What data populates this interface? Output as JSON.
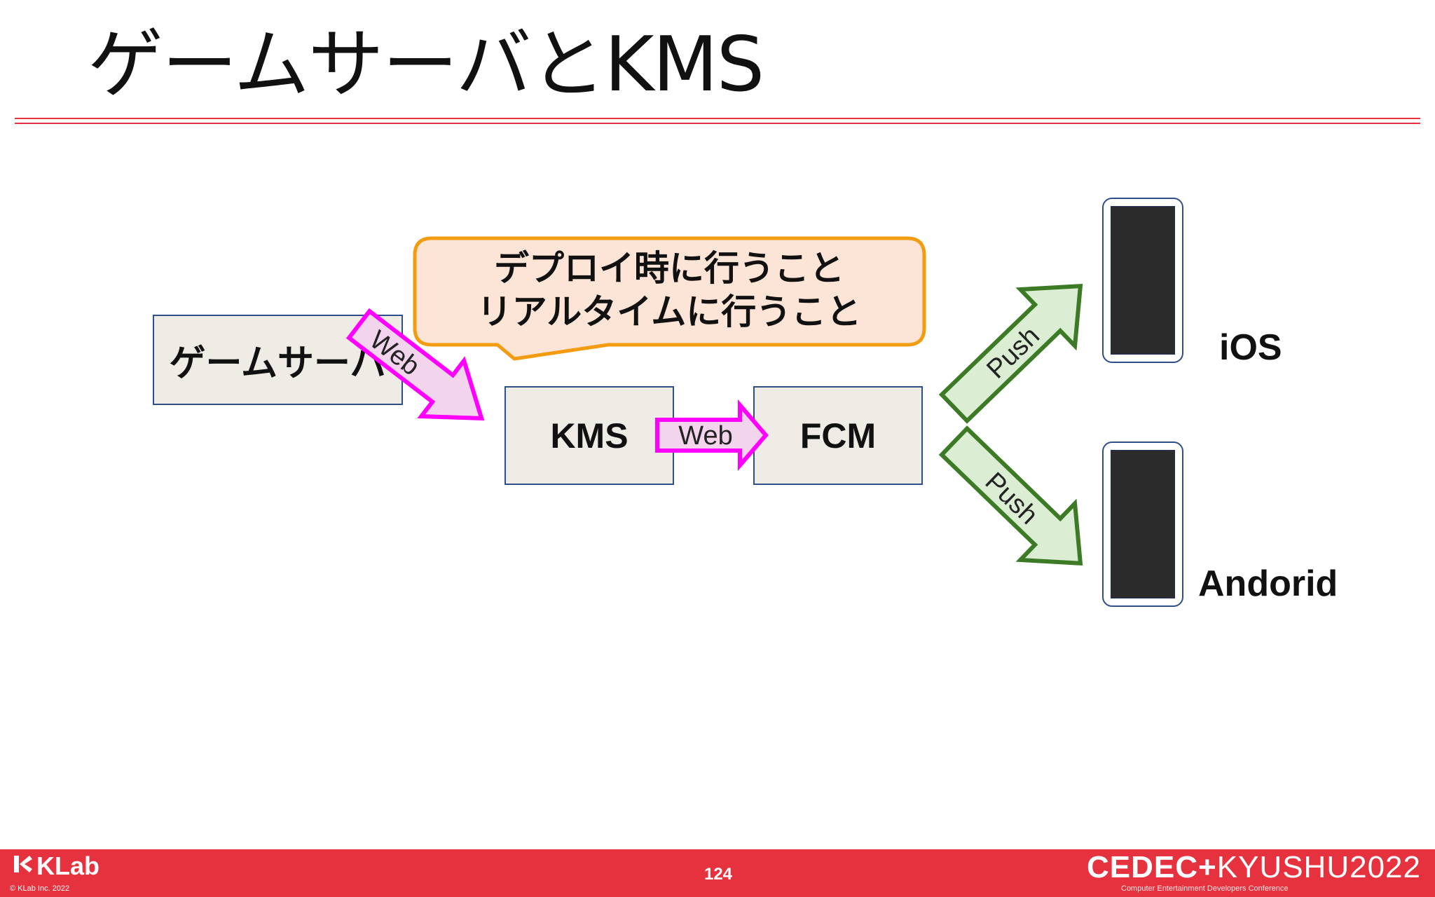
{
  "title": "ゲームサーバとKMS",
  "boxes": {
    "game_server": "ゲームサーバ",
    "kms": "KMS",
    "fcm": "FCM"
  },
  "callout": {
    "line1": "デプロイ時に行うこと",
    "line2": "リアルタイムに行うこと"
  },
  "arrows": {
    "game_to_kms": "Web",
    "kms_to_fcm": "Web",
    "fcm_to_ios": "Push",
    "fcm_to_android": "Push"
  },
  "devices": {
    "ios": "iOS",
    "android": "Andorid"
  },
  "footer": {
    "brand": "KLab",
    "copyright": "© KLab Inc. 2022",
    "page_number": "124",
    "conference_cedec": "CEDEC+",
    "conference_kyushu": "KYUSHU2022",
    "conference_sub": "Computer Entertainment Developers Conference"
  },
  "colors": {
    "accent_red": "#e5323e",
    "box_fill": "#eeece4",
    "box_border": "#2f4f8a",
    "callout_fill": "#fce4d6",
    "callout_border": "#f39c12",
    "web_arrow_stroke": "#ff00ff",
    "web_arrow_fill": "#f2d4ec",
    "push_arrow_stroke": "#3d7a26",
    "push_arrow_fill": "#dbeed3"
  }
}
